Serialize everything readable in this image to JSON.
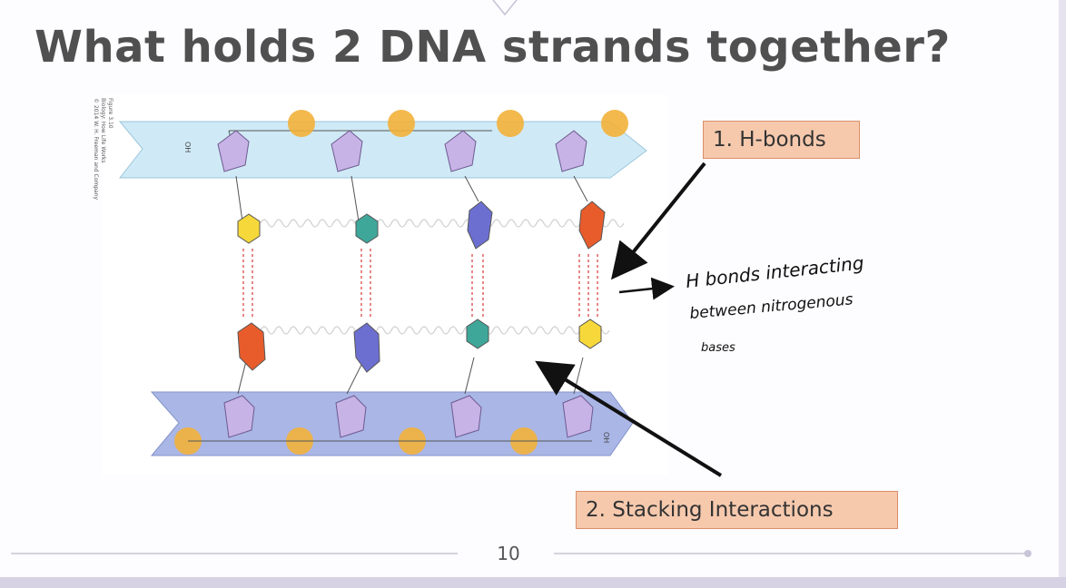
{
  "slide": {
    "title": "What holds 2 DNA strands together?",
    "page_number": "10"
  },
  "figure": {
    "caption_lines": [
      "Figure 3.10",
      "Biology: How Life Works",
      "© 2014 W. H. Freeman and Company"
    ],
    "strand_top_end": "OH",
    "strand_bottom_end": "OH"
  },
  "callouts": {
    "h_bonds": "1. H-bonds",
    "stacking": "2. Stacking Interactions"
  },
  "handwritten_note": {
    "line1": "H bonds interacting",
    "line2": "between nitrogenous",
    "line3": "bases"
  },
  "colors": {
    "title": "#505050",
    "callout_fill": "#f6c9ad",
    "top_backbone": "#cfeaf6",
    "bottom_backbone": "#a9b6e6",
    "sugar": "#c7b3e6",
    "phosphate": "#f2b13a",
    "base_yellow": "#f6d83a",
    "base_teal": "#3fa79a",
    "base_purple": "#6c6fd0",
    "base_orange": "#e85c2c"
  }
}
